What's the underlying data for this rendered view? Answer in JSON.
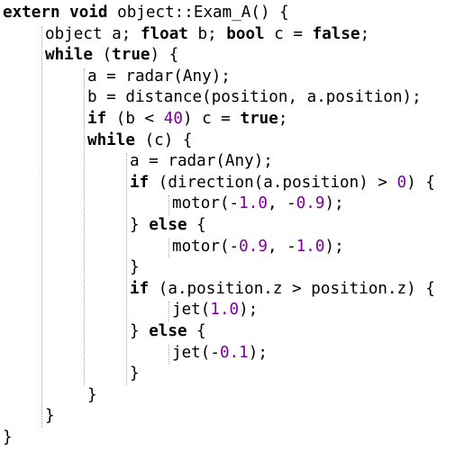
{
  "code_lines": [
    [
      {
        "t": "extern void ",
        "s": "kw"
      },
      {
        "t": "object::Exam_A() {",
        "s": "p"
      }
    ],
    [
      {
        "t": "object a; ",
        "s": "p"
      },
      {
        "t": "float ",
        "s": "kw"
      },
      {
        "t": "b; ",
        "s": "p"
      },
      {
        "t": "bool ",
        "s": "kw"
      },
      {
        "t": "c = ",
        "s": "p"
      },
      {
        "t": "false",
        "s": "kw"
      },
      {
        "t": ";",
        "s": "p"
      }
    ],
    [
      {
        "t": "while ",
        "s": "kw"
      },
      {
        "t": "(",
        "s": "p"
      },
      {
        "t": "true",
        "s": "kw"
      },
      {
        "t": ") {",
        "s": "p"
      }
    ],
    [
      {
        "t": "a = radar(Any);",
        "s": "p"
      }
    ],
    [
      {
        "t": "b = distance(position, a.position);",
        "s": "p"
      }
    ],
    [
      {
        "t": "if ",
        "s": "kw"
      },
      {
        "t": "(b < ",
        "s": "p"
      },
      {
        "t": "40",
        "s": "num"
      },
      {
        "t": ") c = ",
        "s": "p"
      },
      {
        "t": "true",
        "s": "kw"
      },
      {
        "t": ";",
        "s": "p"
      }
    ],
    [
      {
        "t": "while ",
        "s": "kw"
      },
      {
        "t": "(c) {",
        "s": "p"
      }
    ],
    [
      {
        "t": "a = radar(Any);",
        "s": "p"
      }
    ],
    [
      {
        "t": "if ",
        "s": "kw"
      },
      {
        "t": "(direction(a.position) > ",
        "s": "p"
      },
      {
        "t": "0",
        "s": "num"
      },
      {
        "t": ") {",
        "s": "p"
      }
    ],
    [
      {
        "t": "motor(-",
        "s": "p"
      },
      {
        "t": "1.0",
        "s": "num"
      },
      {
        "t": ", -",
        "s": "p"
      },
      {
        "t": "0.9",
        "s": "num"
      },
      {
        "t": ");",
        "s": "p"
      }
    ],
    [
      {
        "t": "} ",
        "s": "p"
      },
      {
        "t": "else ",
        "s": "kw"
      },
      {
        "t": "{",
        "s": "p"
      }
    ],
    [
      {
        "t": "motor(-",
        "s": "p"
      },
      {
        "t": "0.9",
        "s": "num"
      },
      {
        "t": ", -",
        "s": "p"
      },
      {
        "t": "1.0",
        "s": "num"
      },
      {
        "t": ");",
        "s": "p"
      }
    ],
    [
      {
        "t": "}",
        "s": "p"
      }
    ],
    [
      {
        "t": "if ",
        "s": "kw"
      },
      {
        "t": "(a.position.z > position.z) {",
        "s": "p"
      }
    ],
    [
      {
        "t": "jet(",
        "s": "p"
      },
      {
        "t": "1.0",
        "s": "num"
      },
      {
        "t": ");",
        "s": "p"
      }
    ],
    [
      {
        "t": "} ",
        "s": "p"
      },
      {
        "t": "else ",
        "s": "kw"
      },
      {
        "t": "{",
        "s": "p"
      }
    ],
    [
      {
        "t": "jet(-",
        "s": "p"
      },
      {
        "t": "0.1",
        "s": "num"
      },
      {
        "t": ");",
        "s": "p"
      }
    ],
    [
      {
        "t": "}",
        "s": "p"
      }
    ],
    [
      {
        "t": "}",
        "s": "p"
      }
    ],
    [
      {
        "t": "}",
        "s": "p"
      }
    ],
    [
      {
        "t": "}",
        "s": "p"
      }
    ]
  ],
  "colors": {
    "text": "#000000",
    "number": "#7a0099",
    "indent_guide": "#a8a8a8",
    "background": "#ffffff"
  }
}
